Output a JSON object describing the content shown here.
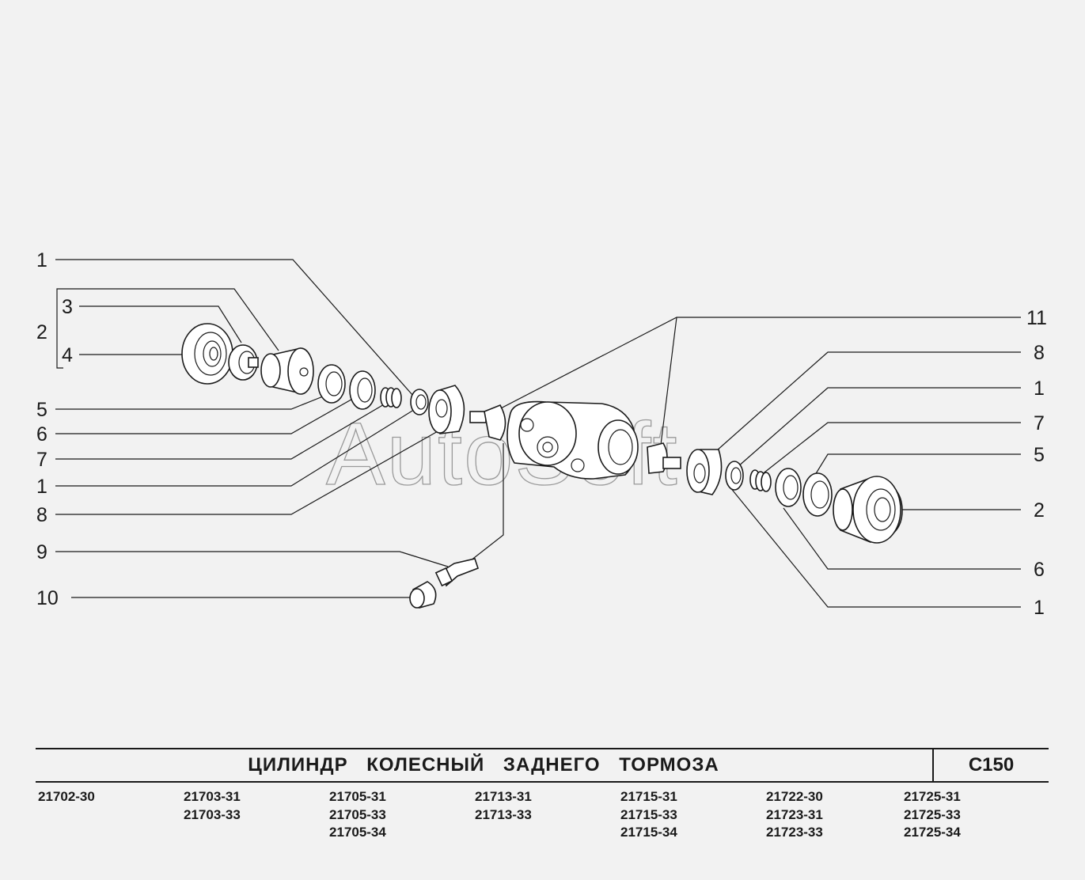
{
  "title": "ЦИЛИНДР КОЛЕСНЫЙ ЗАДНЕГО ТОРМОЗА",
  "page_code": "C150",
  "watermark": "AutoSoft",
  "callouts": {
    "left_1_top": "1",
    "left_2": "2",
    "left_3": "3",
    "left_4": "4",
    "left_5": "5",
    "left_6": "6",
    "left_7": "7",
    "left_1_mid": "1",
    "left_8": "8",
    "left_9": "9",
    "left_10": "10",
    "right_11": "11",
    "right_8": "8",
    "right_1_top": "1",
    "right_7": "7",
    "right_5": "5",
    "right_2": "2",
    "right_6": "6",
    "right_1_bottom": "1"
  },
  "models": [
    [
      "21702-30"
    ],
    [
      "21703-31",
      "21703-33"
    ],
    [
      "21705-31",
      "21705-33",
      "21705-34"
    ],
    [
      "21713-31",
      "21713-33"
    ],
    [
      "21715-31",
      "21715-33",
      "21715-34"
    ],
    [
      "21722-30",
      "21723-31",
      "21723-33"
    ],
    [
      "21725-31",
      "21725-33",
      "21725-34"
    ]
  ]
}
